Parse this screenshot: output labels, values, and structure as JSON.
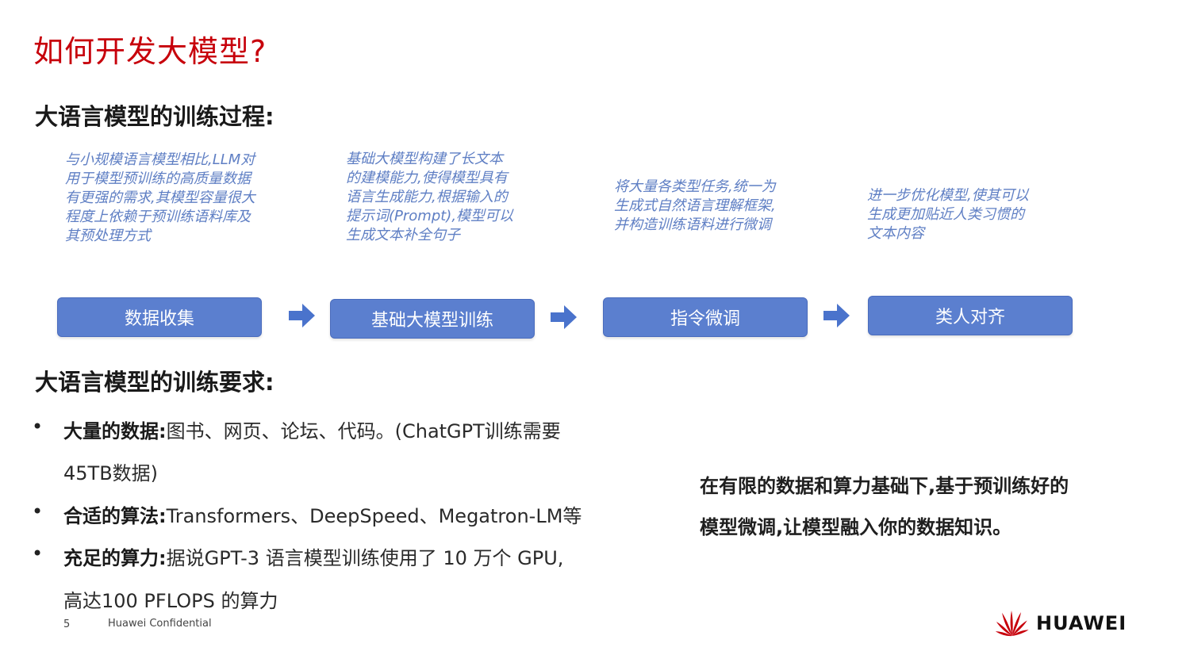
{
  "slide": {
    "title": "如何开发大模型?",
    "section_process": "大语言模型的训练过程:",
    "section_requirements": "大语言模型的训练要求:"
  },
  "process": {
    "steps": [
      {
        "label": "数据收集",
        "description": "与小规模语言模型相比,LLM对用于模型预训练的高质量数据有更强的需求,其模型容量很大程度上依赖于预训练语料库及其预处理方式"
      },
      {
        "label": "基础大模型训练",
        "description": "基础大模型构建了长文本的建模能力,使得模型具有语言生成能力,根据输入的提示词(Prompt),模型可以生成文本补全句子"
      },
      {
        "label": "指令微调",
        "description": "将大量各类型任务,统一为生成式自然语言理解框架,并构造训练语料进行微调"
      },
      {
        "label": "类人对齐",
        "description": "进一步优化模型,使其可以生成更加贴近人类习惯的文本内容"
      }
    ],
    "arrow_color": "#4a73cc",
    "step_color": "#5b7fcf",
    "description_color": "#5f7fc4"
  },
  "requirements": {
    "bullet": "•",
    "items": [
      {
        "label": "大量的数据:",
        "text_line1": "图书、网页、论坛、代码。(ChatGPT训练需要",
        "text_line2": "45TB数据)"
      },
      {
        "label": "合适的算法:",
        "text_line1": "Transformers、DeepSpeed、Megatron-LM等"
      },
      {
        "label": "充足的算力:",
        "text_line1": "据说GPT-3 语言模型训练使用了 10 万个 GPU,",
        "text_line2": "高达100 PFLOPS 的算力"
      }
    ]
  },
  "callout": {
    "line1": "在有限的数据和算力基础下,基于预训练好的",
    "line2": "模型微调,让模型融入你的数据知识。"
  },
  "footer": {
    "page_number": "5",
    "confidential": "Huawei Confidential",
    "brand": "HUAWEI",
    "brand_color": "#c7000b",
    "title_color": "#c7000b"
  }
}
